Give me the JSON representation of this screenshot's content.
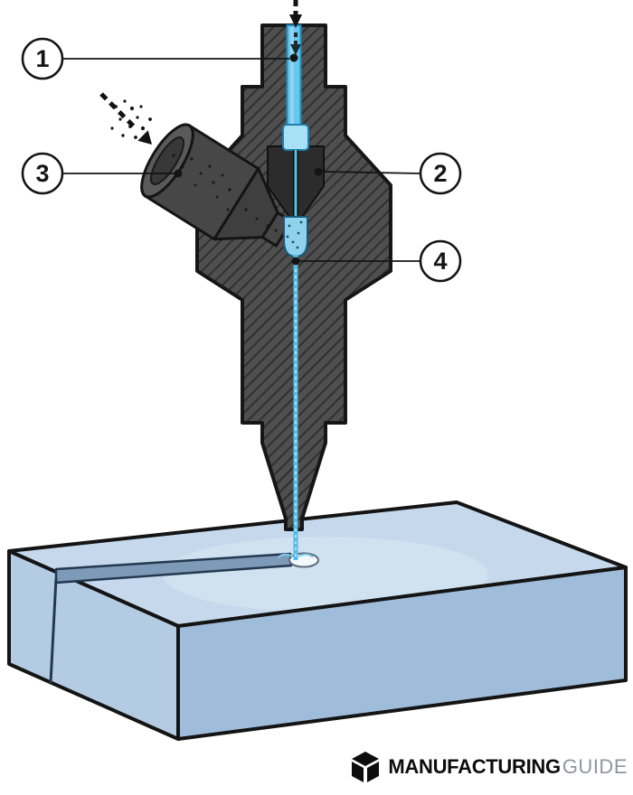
{
  "callouts": [
    {
      "label": "1"
    },
    {
      "label": "2"
    },
    {
      "label": "3"
    },
    {
      "label": "4"
    }
  ],
  "logo": {
    "brand_bold": "MANUFACTURING",
    "brand_light": "GUIDE"
  },
  "colors": {
    "head_gray": "#4f4f4f",
    "hatch_dark": "#303030",
    "outline": "#161616",
    "water_blue": "#54bce6",
    "tube_blue": "#6ac6ec",
    "fitting_blue": "#a8e0f6",
    "chamber_blue": "#8ed2ee",
    "workpiece_top": "#c6d9ec",
    "workpiece_left": "#b3cbe3",
    "workpiece_front": "#9fbddb",
    "kerf_blue": "#7e9ab9",
    "hole_white": "#f4f8fb",
    "logo_black": "#0d0d0d",
    "logo_gray": "#8f969e"
  }
}
